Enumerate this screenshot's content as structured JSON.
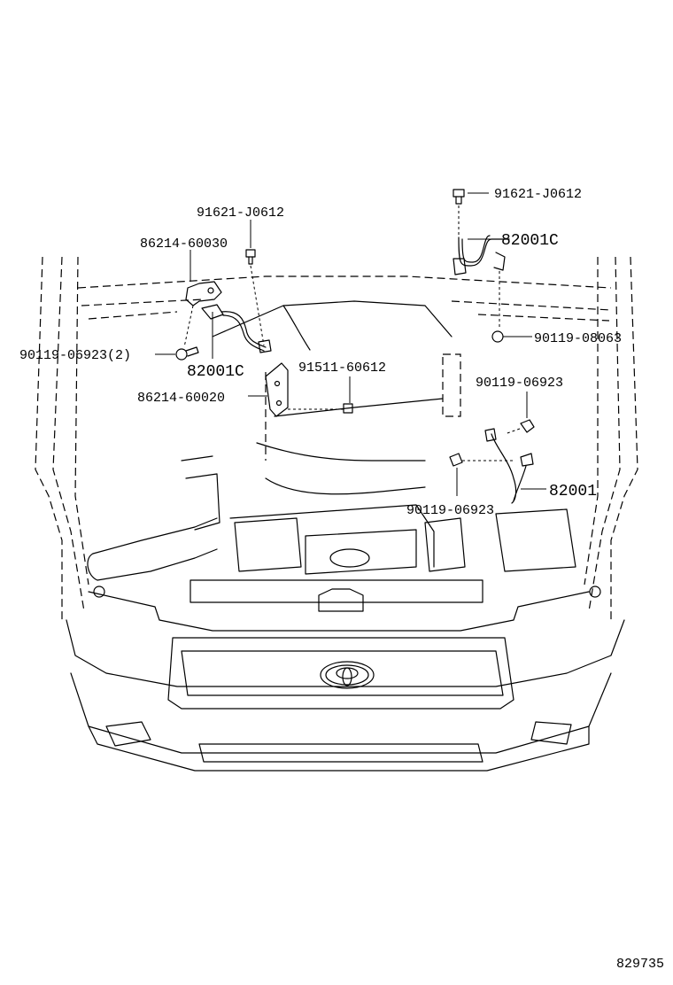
{
  "diagram_id": "829735",
  "callouts": [
    {
      "id": "bolt-91621-left",
      "text": "91621-J0612"
    },
    {
      "id": "bracket-86214-60030",
      "text": "86214-60030"
    },
    {
      "id": "bolt-90119-06923-2",
      "text": "90119-06923(2)"
    },
    {
      "id": "wire-82001c-left",
      "text": "82001C"
    },
    {
      "id": "bolt-91511-60612",
      "text": "91511-60612"
    },
    {
      "id": "bracket-86214-60020",
      "text": "86214-60020"
    },
    {
      "id": "bolt-91621-right",
      "text": "91621-J0612"
    },
    {
      "id": "wire-82001c-right",
      "text": "82001C"
    },
    {
      "id": "bolt-90119-08063",
      "text": "90119-08063"
    },
    {
      "id": "bolt-90119-06923-upper",
      "text": "90119-06923"
    },
    {
      "id": "wire-82001",
      "text": "82001"
    },
    {
      "id": "bolt-90119-06923-lower",
      "text": "90119-06923"
    }
  ],
  "icons": {
    "emblem": "toyota-emblem-icon"
  }
}
